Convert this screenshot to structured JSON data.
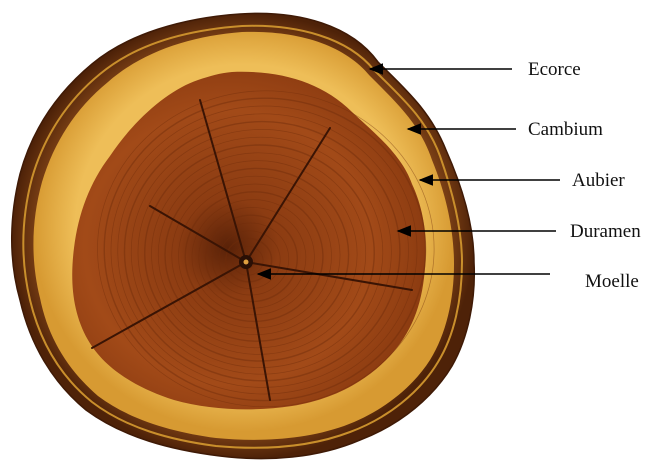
{
  "labels": [
    {
      "id": "ecorce",
      "text": "Ecorce"
    },
    {
      "id": "cambium",
      "text": "Cambium"
    },
    {
      "id": "aubier",
      "text": "Aubier"
    },
    {
      "id": "duramen",
      "text": "Duramen"
    },
    {
      "id": "moelle",
      "text": "Moelle"
    }
  ],
  "colors": {
    "bark": "#6b3410",
    "sapwood": "#e8b24a",
    "heartwood": "#9c4616",
    "pith": "#2a0f05",
    "arrow": "#000000",
    "text": "#111111"
  }
}
